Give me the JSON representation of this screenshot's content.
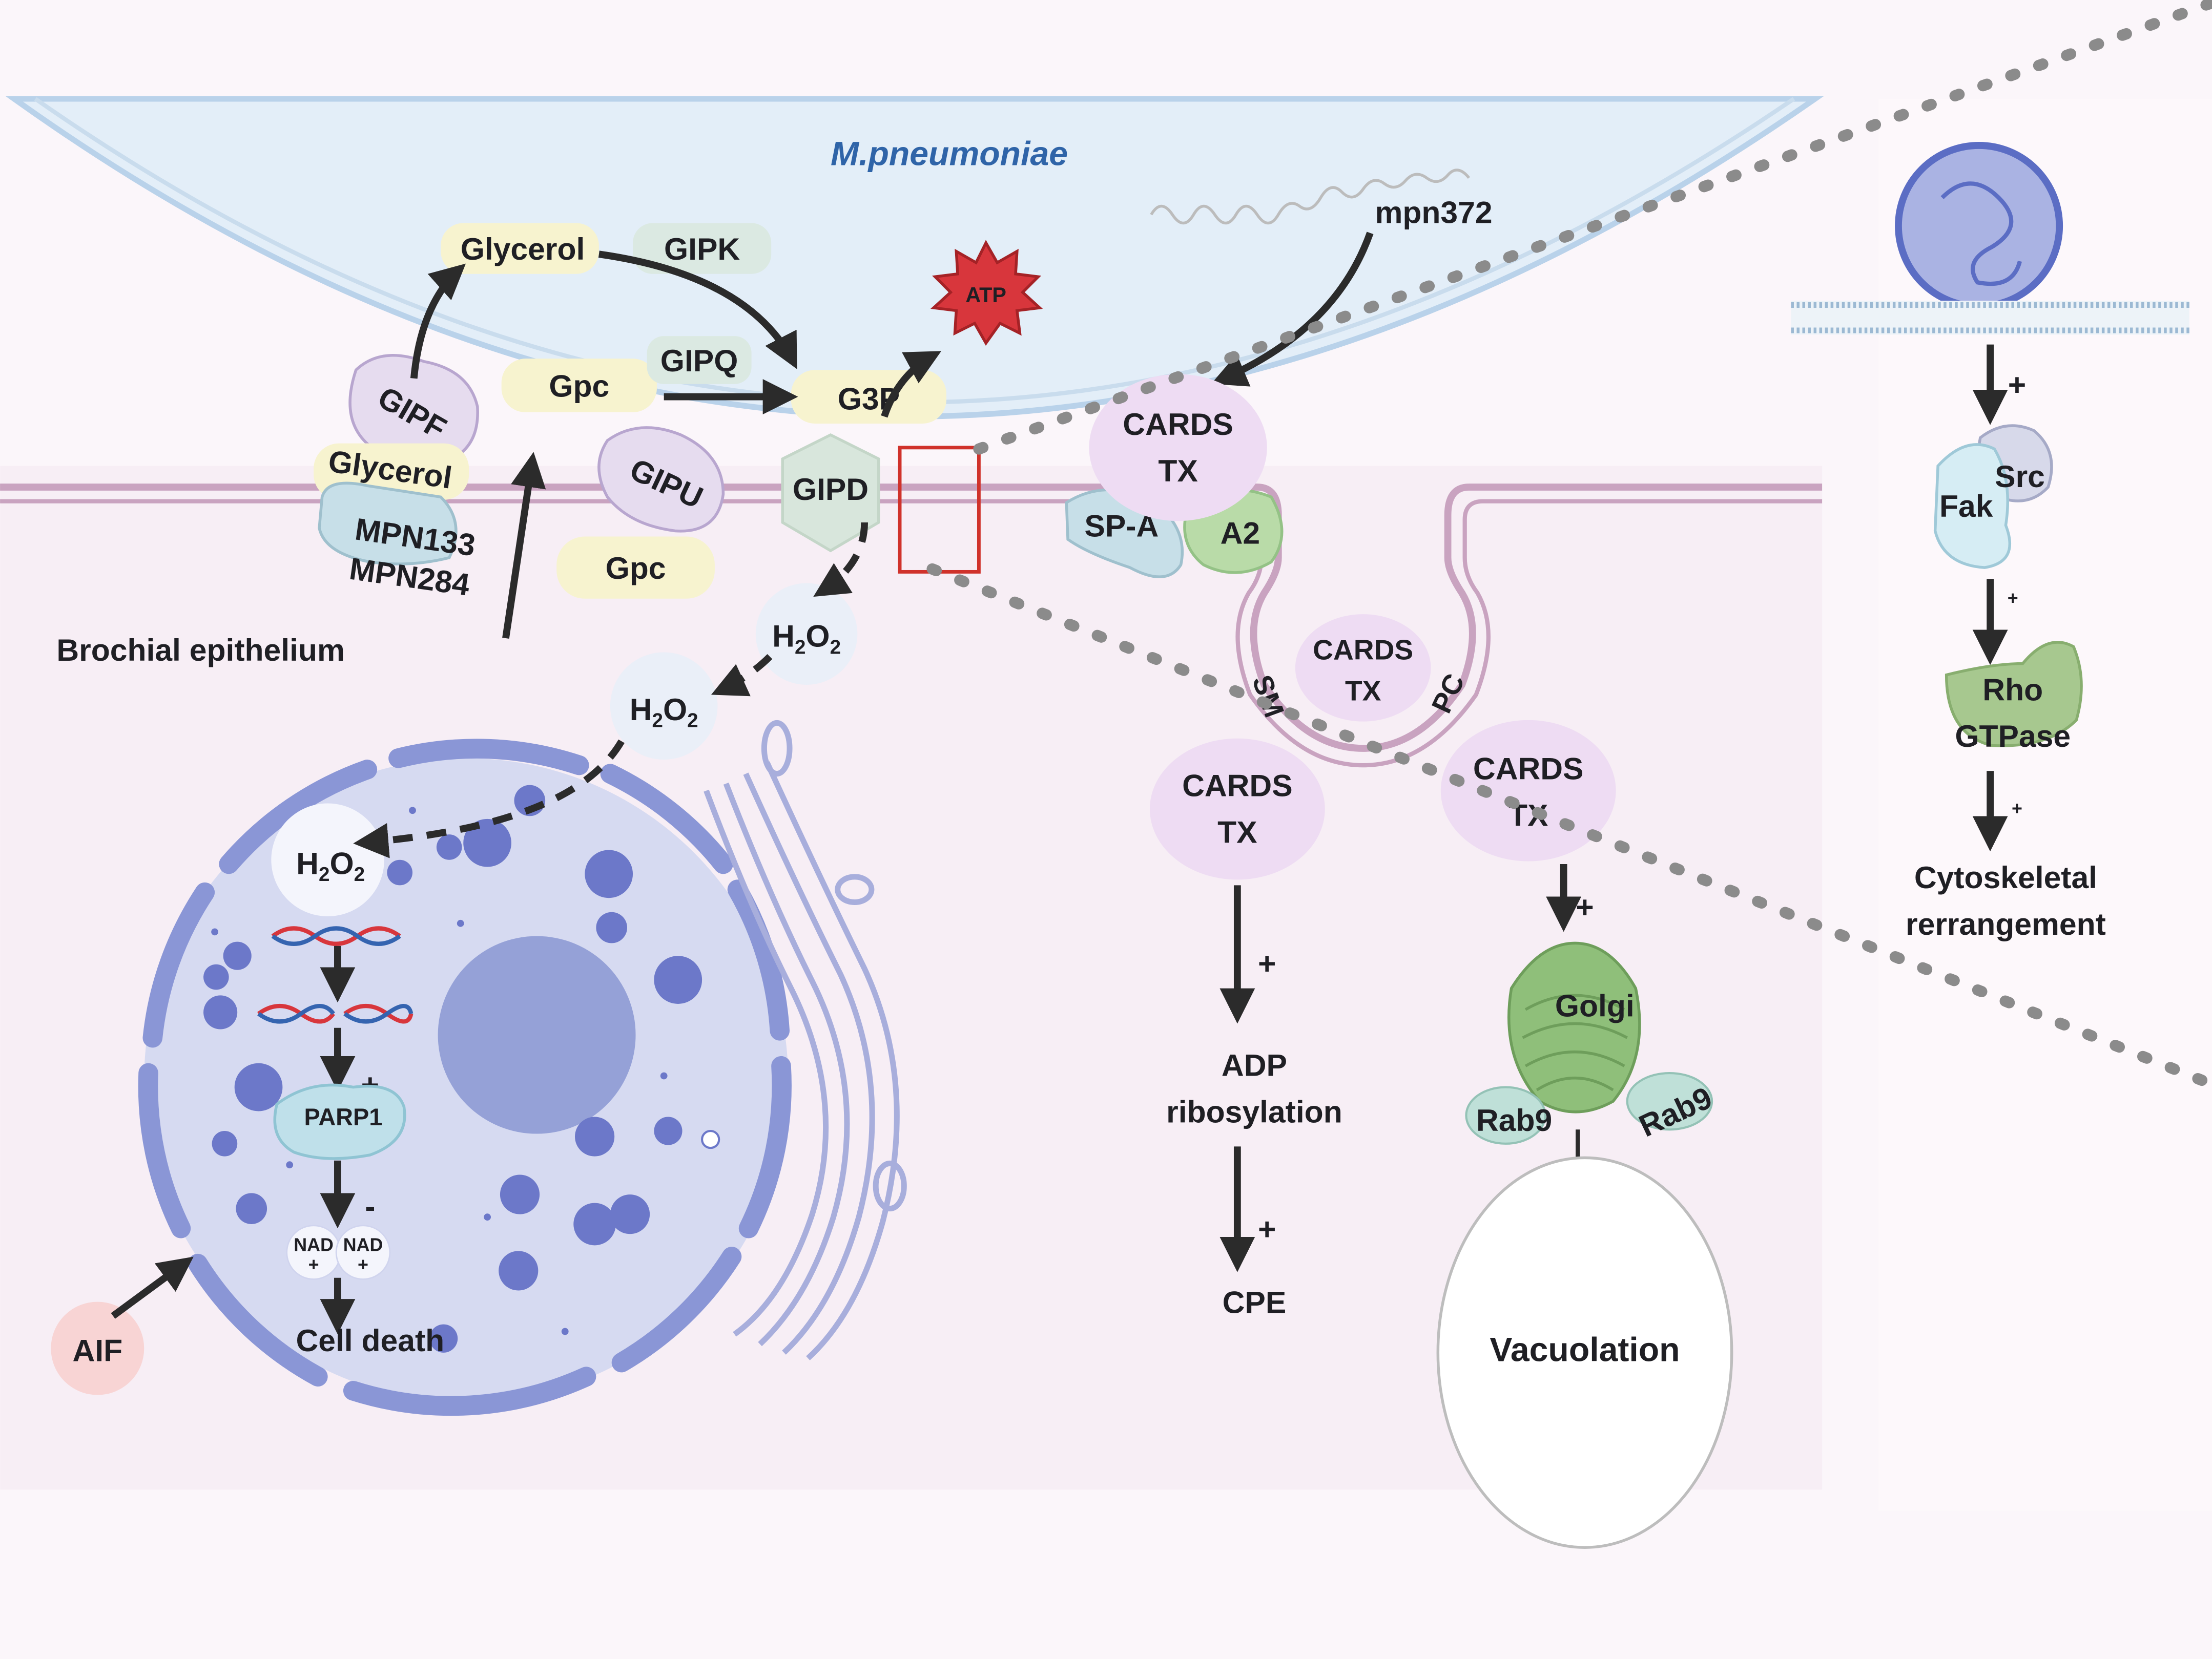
{
  "title": "M.pneumoniae",
  "region_label": "Brochial epithelium",
  "labels": {
    "glycerol_top": "Glycerol",
    "gipk": "GIPK",
    "gpc_top": "Gpc",
    "gipq": "GIPQ",
    "g3p": "G3P",
    "atp": "ATP",
    "gipf": "GIPF",
    "glycerol_mid": "Glycerol",
    "mpn133": "MPN133",
    "mpn284": "MPN284",
    "gipu": "GIPU",
    "gpc_bottom": "Gpc",
    "gipd": "GIPD",
    "h2o2_a": "H",
    "h2o2_b": "H",
    "h2o2_c": "H",
    "sub2": "2",
    "o": "O",
    "parp1": "PARP1",
    "nad": "NAD",
    "plus": "+",
    "minus": "-",
    "cell_death": "Cell death",
    "aif": "AIF",
    "mpn372": "mpn372",
    "cards": "CARDS",
    "tx": "TX",
    "spa": "SP-A",
    "a2": "A2",
    "sm": "SM",
    "pc": "PC",
    "adp1": "ADP",
    "adp2": "ribosylation",
    "cpe": "CPE",
    "golgi": "Golgi",
    "rab9": "Rab9",
    "vacuolation": "Vacuolation",
    "fak": "Fak",
    "src": "Src",
    "rho": "Rho",
    "gtpase": "GTPase",
    "cyto1": "Cytoskeletal",
    "cyto2": "rerrangement"
  },
  "colors": {
    "bacterium_fill": "#e3eef8",
    "epithelium_fill": "#f7eef5",
    "membrane": "#c9a3c0",
    "title_blue": "#2f64a8",
    "region_green": "#6a9a55",
    "cards_pink": "#eedcf3",
    "atp_red": "#d8363c",
    "nucleus_fill": "#d6daf1",
    "nucleus_blue": "#6c78c9",
    "golgi_green": "#8fbf7a",
    "highlight_red": "#d0322b"
  }
}
